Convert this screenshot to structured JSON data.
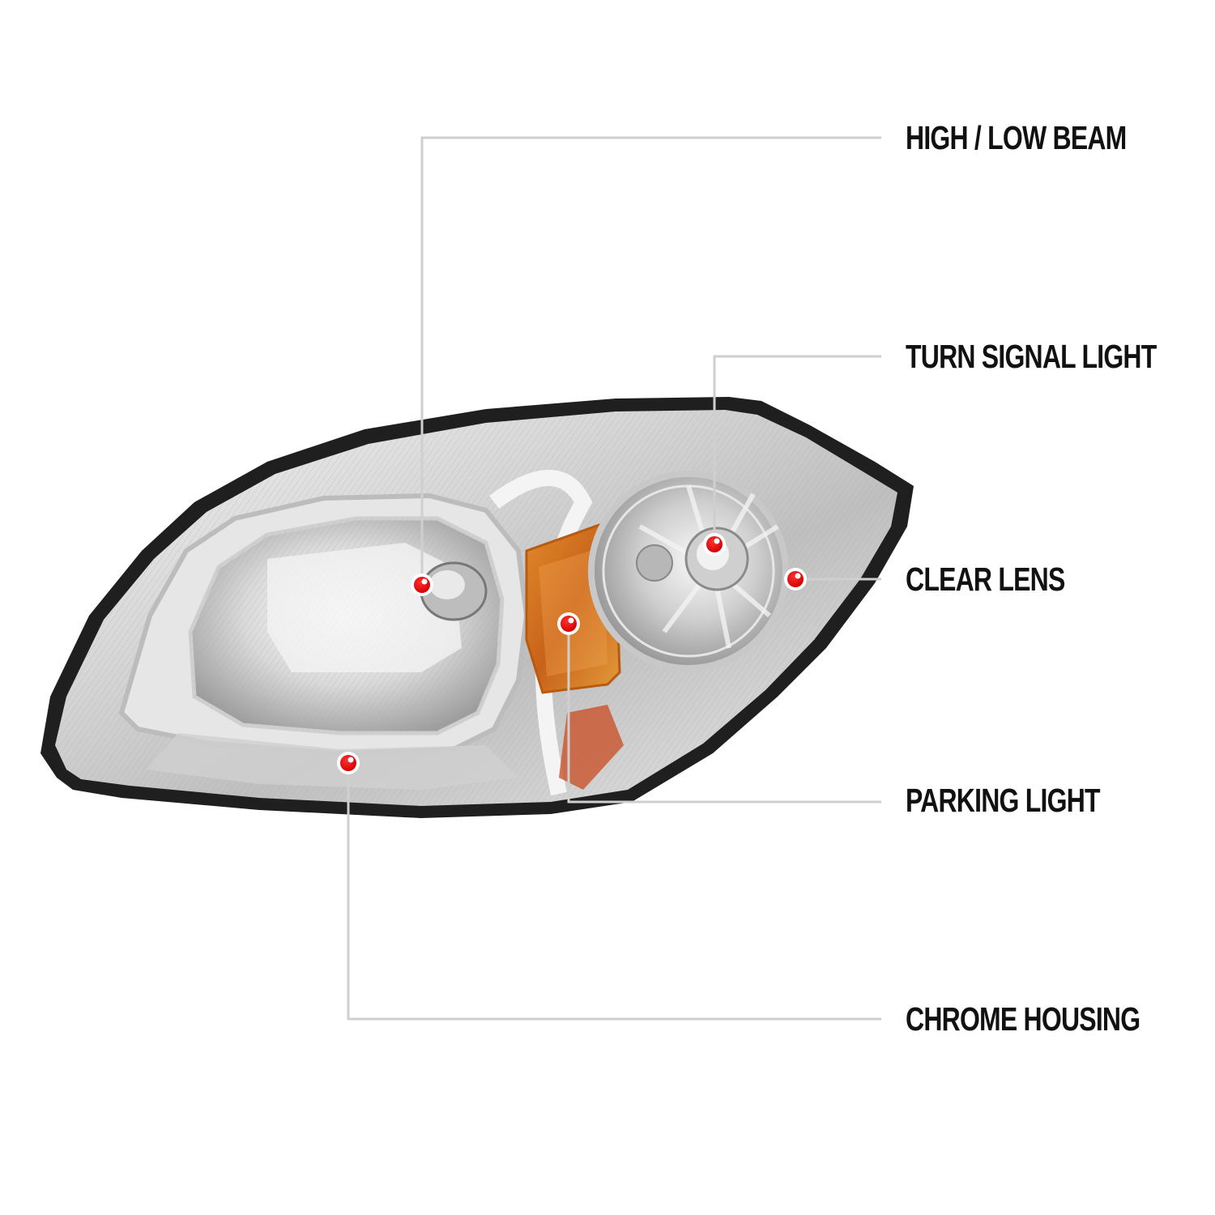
{
  "diagram": {
    "subject": "Headlight assembly",
    "background_color": "#ffffff",
    "marker_color": "#e30613",
    "leader_line_color": "#cfcfcf",
    "label_color": "#111111",
    "callouts": [
      {
        "id": "high-low-beam",
        "label": "HIGH / LOW BEAM"
      },
      {
        "id": "turn-signal-light",
        "label": "TURN SIGNAL LIGHT"
      },
      {
        "id": "clear-lens",
        "label": "CLEAR LENS"
      },
      {
        "id": "parking-light",
        "label": "PARKING LIGHT"
      },
      {
        "id": "chrome-housing",
        "label": "CHROME HOUSING"
      }
    ]
  }
}
